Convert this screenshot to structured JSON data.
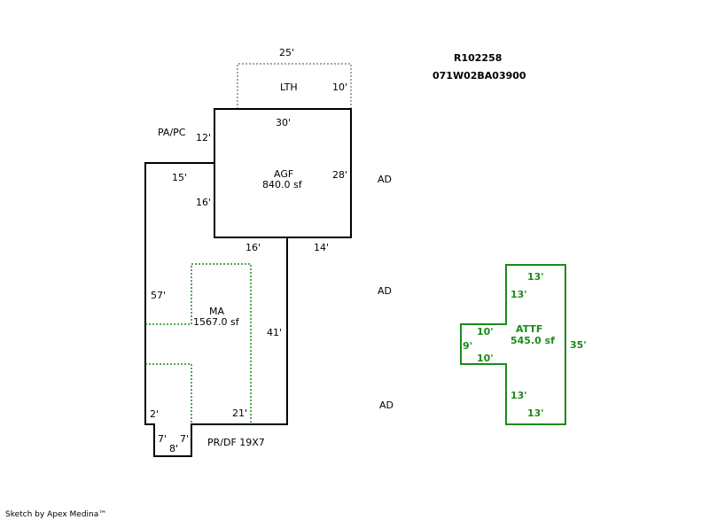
{
  "header": {
    "parcel_id": "R102258",
    "map_number": "071W02BA03900"
  },
  "areas": {
    "lth": {
      "label": "LTH",
      "dims": [
        "25'",
        "10'"
      ]
    },
    "agf": {
      "label": "AGF",
      "area": "840.0 sf",
      "dims": [
        "30'",
        "28'",
        "16'",
        "14'",
        "12'",
        "15'",
        "16'"
      ]
    },
    "ma": {
      "label": "MA",
      "area": "1567.0 sf",
      "dims": [
        "57'",
        "41'",
        "2'",
        "21'",
        "7'",
        "7'",
        "8'"
      ]
    },
    "attf": {
      "label": "ATTF",
      "area": "545.0 sf",
      "dims": [
        "13'",
        "13'",
        "10'",
        "9'",
        "10'",
        "35'",
        "13'",
        "13'"
      ]
    }
  },
  "labels": {
    "pa_pc": "PA/PC",
    "pr_df": "PR/DF 19X7",
    "ad": [
      "AD",
      "AD",
      "AD"
    ]
  },
  "footer": {
    "credit": "Sketch by Apex Medina™"
  },
  "colors": {
    "outline": "#000000",
    "dotted_gray": "#888888",
    "dotted_green": "#1a8a1a",
    "attf": "#1a8a1a"
  }
}
